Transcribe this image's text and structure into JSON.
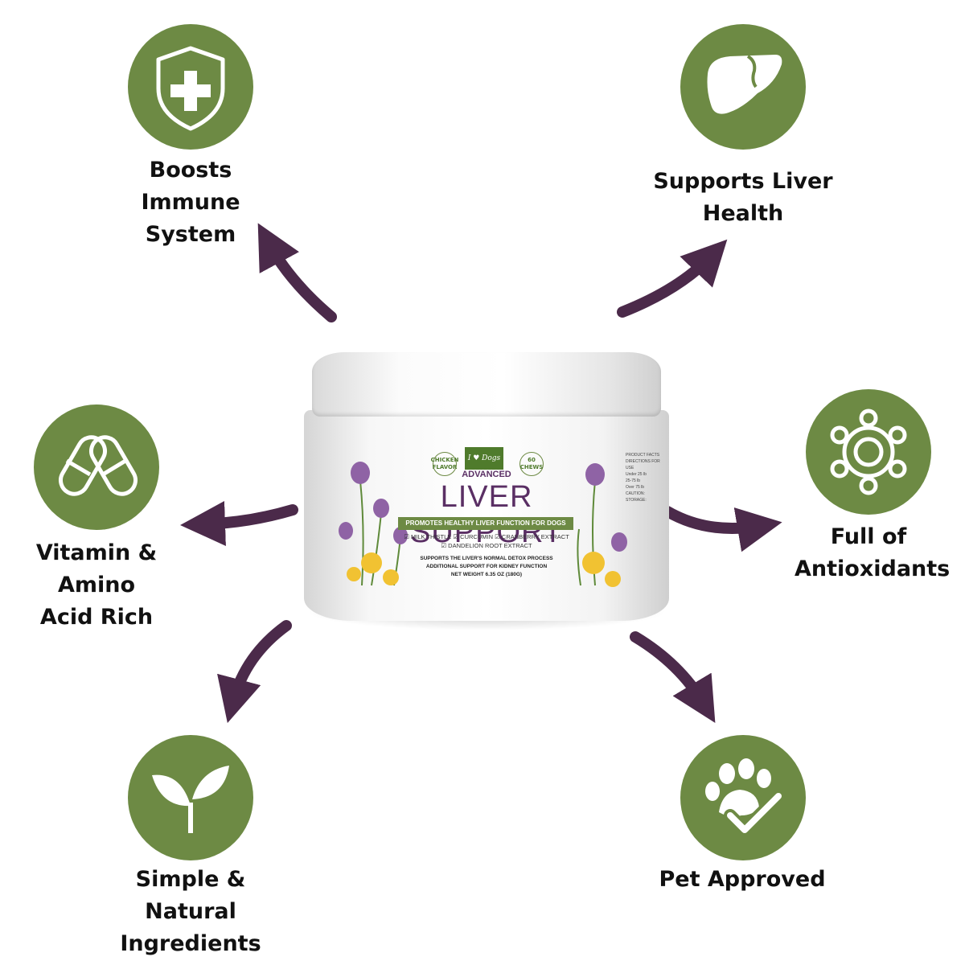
{
  "benefits": {
    "boosts_immune": "Boosts\nImmune\nSystem",
    "liver_health": "Supports Liver\nHealth",
    "vitamin_amino": "Vitamin & Amino\nAcid Rich",
    "antioxidants": "Full of\nAntioxidants",
    "natural": "Simple & Natural\nIngredients",
    "pet_approved": "Pet Approved"
  },
  "product": {
    "brand": "I ♥ Dogs",
    "flavor_badge": "CHICKEN FLAVOR",
    "count_badge": "60 CHEWS",
    "advanced": "ADVANCED",
    "title": "LIVER SUPPORT",
    "strip": "PROMOTES HEALTHY LIVER FUNCTION FOR DOGS",
    "ingredients": "☑ MILK THISTLE ☑ CURCUMIN ☑ CRANBERRY EXTRACT\n☑ DANDELION ROOT EXTRACT",
    "claims": "SUPPORTS THE LIVER'S NORMAL DETOX PROCESS\nADDITIONAL SUPPORT FOR KIDNEY FUNCTION\nNET WEIGHT 6.35 OZ (180G)",
    "side_text": "PRODUCT FACTS\nDIRECTIONS FOR USE\nUnder 25 lb\n25-75 lb\nOver 75 lb\nCAUTION:\nSTORAGE:"
  },
  "colors": {
    "badge_green": "#6d8a44",
    "arrow_purple": "#4b2a4a",
    "title_purple": "#5a2f64"
  },
  "icons": [
    "shield-plus-icon",
    "liver-icon",
    "capsules-icon",
    "molecule-icon",
    "sprout-icon",
    "paw-check-icon"
  ]
}
